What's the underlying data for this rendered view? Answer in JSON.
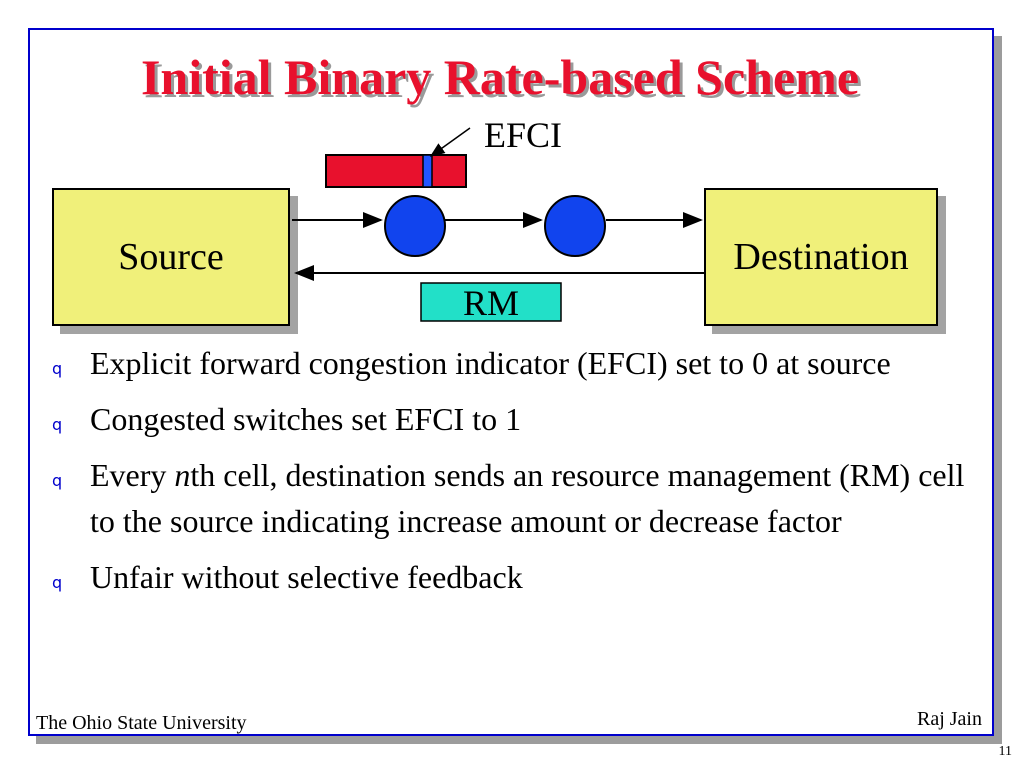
{
  "slide": {
    "title": "Initial Binary Rate-based Scheme",
    "footer_left": "The Ohio State University",
    "footer_right": "Raj Jain",
    "page_number": "11"
  },
  "diagram": {
    "source_label": "Source",
    "destination_label": "Destination",
    "efci_label": "EFCI",
    "rm_label": "RM",
    "colors": {
      "box_fill": "#f0f07a",
      "switch_fill": "#1144ee",
      "cell_fill": "#e8112d",
      "efci_bit_fill": "#2255ff",
      "rm_fill": "#22e0c8",
      "title_color": "#e8112d"
    }
  },
  "bullets": [
    {
      "marker": "q",
      "text": "Explicit forward congestion indicator (EFCI) set to 0 at source"
    },
    {
      "marker": "q",
      "text": "Congested switches set EFCI to 1"
    },
    {
      "marker": "q",
      "pre": "Every ",
      "em": "n",
      "post": "th cell, destination sends an resource management (RM) cell to the source indicating increase amount or decrease factor"
    },
    {
      "marker": "q",
      "text": "Unfair without selective feedback"
    }
  ]
}
